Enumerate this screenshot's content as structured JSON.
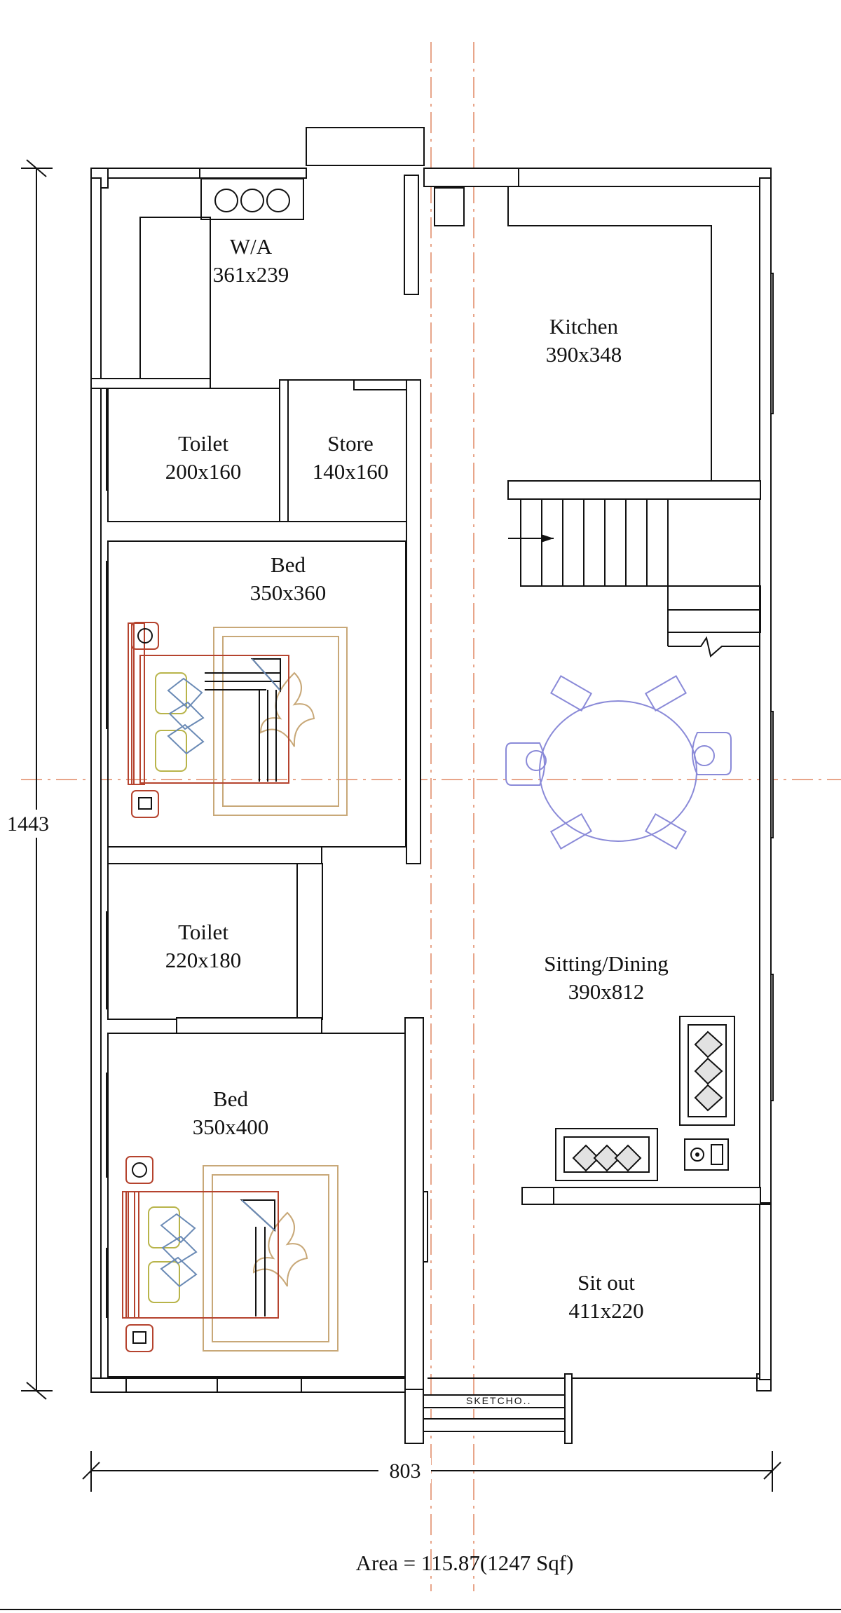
{
  "rooms": {
    "wa": {
      "name": "W/A",
      "size": "361x239"
    },
    "kitchen": {
      "name": "Kitchen",
      "size": "390x348"
    },
    "toilet_upper": {
      "name": "Toilet",
      "size": "200x160"
    },
    "store": {
      "name": "Store",
      "size": "140x160"
    },
    "bed_upper": {
      "name": "Bed",
      "size": "350x360"
    },
    "toilet_lower": {
      "name": "Toilet",
      "size": "220x180"
    },
    "sitting_dining": {
      "name": "Sitting/Dining",
      "size": "390x812"
    },
    "bed_lower": {
      "name": "Bed",
      "size": "350x400"
    },
    "sit_out": {
      "name": "Sit out",
      "size": "411x220"
    }
  },
  "dimensions": {
    "height": "1443",
    "width": "803"
  },
  "area_label": "Area = 115.87(1247 Sqf)",
  "logo_text": "SKETCHO..",
  "colors": {
    "walls": "#111111",
    "axis_lines": "#e8a58a",
    "bed_frame": "#b5432e",
    "rug": "#c8a878",
    "pillows": "#6a8ab5",
    "dining_set": "#8a8ad8"
  }
}
